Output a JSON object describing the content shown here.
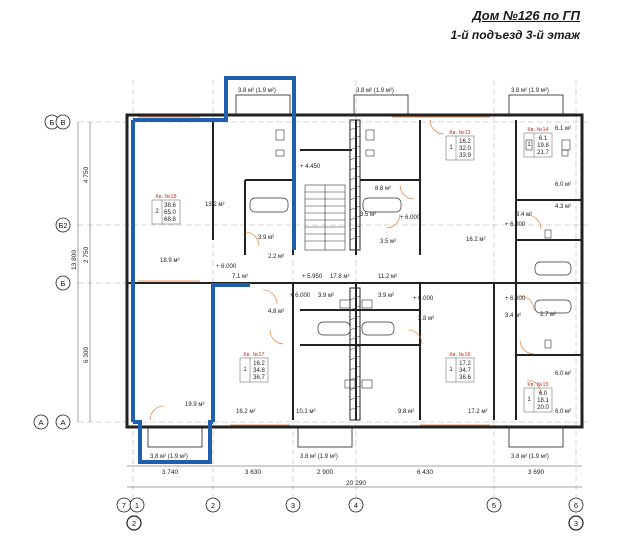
{
  "title": {
    "line1": "Дом №126 по ГП",
    "line2": "1-й подъезд 3-й этаж"
  },
  "colors": {
    "wall": "#222222",
    "highlight": "#1f5fae",
    "apartment_label": "#c0392b",
    "door_arc": "#e07020"
  },
  "axes": {
    "left_letters": [
      "Б",
      "В",
      "Б2",
      "Б",
      "А",
      "А"
    ],
    "bottom_numbers": [
      "7",
      "1",
      "2",
      "3",
      "4",
      "5",
      "6"
    ],
    "bottom_circled": [
      "2",
      "3"
    ]
  },
  "dimensions": {
    "bottom": [
      "3 740",
      "3 630",
      "2 900",
      "6 430",
      "3 690"
    ],
    "total": "20 290",
    "left": [
      "4 750",
      "2 750",
      "13 800",
      "6 300"
    ]
  },
  "apartments": [
    {
      "label": "Кв. №18",
      "rows": [
        [
          "",
          "38.6"
        ],
        [
          "2",
          "65.0"
        ],
        [
          "",
          "68.8"
        ]
      ]
    },
    {
      "label": "Кв. №13",
      "rows": [
        [
          "",
          "16.2"
        ],
        [
          "1",
          "32.0"
        ],
        [
          "",
          "33.9"
        ]
      ]
    },
    {
      "label": "Кв. №14",
      "rows": [
        [
          "",
          "6.1"
        ],
        [
          "1",
          "19.8"
        ],
        [
          "",
          "21.7"
        ]
      ]
    },
    {
      "label": "Кв. №17",
      "rows": [
        [
          "",
          "16.2"
        ],
        [
          "1",
          "34.8"
        ],
        [
          "",
          "36.7"
        ]
      ]
    },
    {
      "label": "Кв. №16",
      "rows": [
        [
          "",
          "17.2"
        ],
        [
          "1",
          "34.7"
        ],
        [
          "",
          "36.6"
        ]
      ]
    },
    {
      "label": "Кв. №15",
      "rows": [
        [
          "",
          "6.0"
        ],
        [
          "1",
          "18.1"
        ],
        [
          "",
          "20.0"
        ]
      ]
    }
  ],
  "room_areas": {
    "balcony_top_1": "3.8 м² (1.9 м²)",
    "balcony_top_2": "3.8 м² (1.9 м²)",
    "balcony_top_3": "3.8 м² (1.9 м²)",
    "balcony_bot_1": "3.8 м² (1.9 м²)",
    "balcony_bot_2": "3.8 м² (1.9 м²)",
    "balcony_bot_3": "3.8 м² (1.9 м²)",
    "r_13_2": "13.2 м²",
    "r_18_9": "18.9 м²",
    "r_19_9": "19.9 м²",
    "r_3_9a": "3.9 м²",
    "r_2_2": "2.2 м²",
    "r_7_1": "7.1 м²",
    "r_8_8": "8.8 м²",
    "r_3_5a": "3.5 м²",
    "r_3_5b": "3.5 м²",
    "r_16_2a": "16.2 м²",
    "r_6_1": "6.1 м²",
    "r_6_0a": "6.0 м²",
    "r_3_4a": "3.4 м²",
    "r_4_3": "4.3 м²",
    "r_17_8": "17.8 м²",
    "r_11_2": "11.2 м²",
    "r_3_9b": "3.9 м²",
    "r_3_9c": "3.9 м²",
    "r_4_8": "4.8 м²",
    "r_3_8": "3.8 м²",
    "r_3_4b": "3.4 м²",
    "r_2_7": "2.7 м²",
    "r_6_0b": "6.0 м²",
    "r_16_2b": "16.2 м²",
    "r_10_1": "10.1 м²",
    "r_9_8": "9.8 м²",
    "r_17_2": "17.2 м²",
    "r_6_0c": "6.0 м²"
  },
  "levels": [
    "+ 4.450",
    "+ 6.000",
    "+ 5.950",
    "+ 6.000",
    "+ 6.000",
    "+ 6.000",
    "+ 6.000",
    "+ 6.000"
  ]
}
